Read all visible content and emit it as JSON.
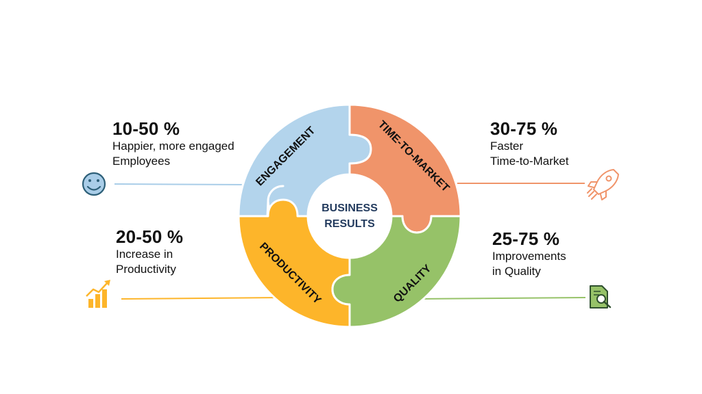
{
  "diagram": {
    "center_label": [
      "BUSINESS",
      "RESULTS"
    ],
    "segments": {
      "engagement": {
        "label": "ENGAGEMENT",
        "color": "#b3d4ec"
      },
      "time_to_market": {
        "label": "TIME-TO-MARKET",
        "color": "#f0946a"
      },
      "productivity": {
        "label": "PRODUCTIVITY",
        "color": "#fdb52a"
      },
      "quality": {
        "label": "QUALITY",
        "color": "#96c268"
      }
    }
  },
  "callouts": {
    "engagement": {
      "value": "10-50 %",
      "description": "Happier, more engaged\nEmployees",
      "icon": "smiley-icon"
    },
    "time_to_market": {
      "value": "30-75 %",
      "description": "Faster\nTime-to-Market",
      "icon": "rocket-icon"
    },
    "productivity": {
      "value": "20-50 %",
      "description": "Increase in\nProductivity",
      "icon": "growth-chart-icon"
    },
    "quality": {
      "value": "25-75 %",
      "description": "Improvements\nin Quality",
      "icon": "document-search-icon"
    }
  }
}
